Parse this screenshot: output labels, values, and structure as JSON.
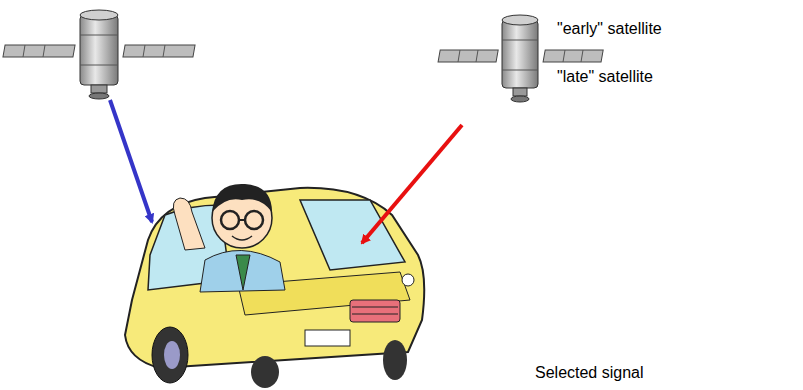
{
  "diagram": {
    "labels": [
      "\"early\" satellite",
      "\"late\" satellite",
      "Selected signal"
    ]
  }
}
